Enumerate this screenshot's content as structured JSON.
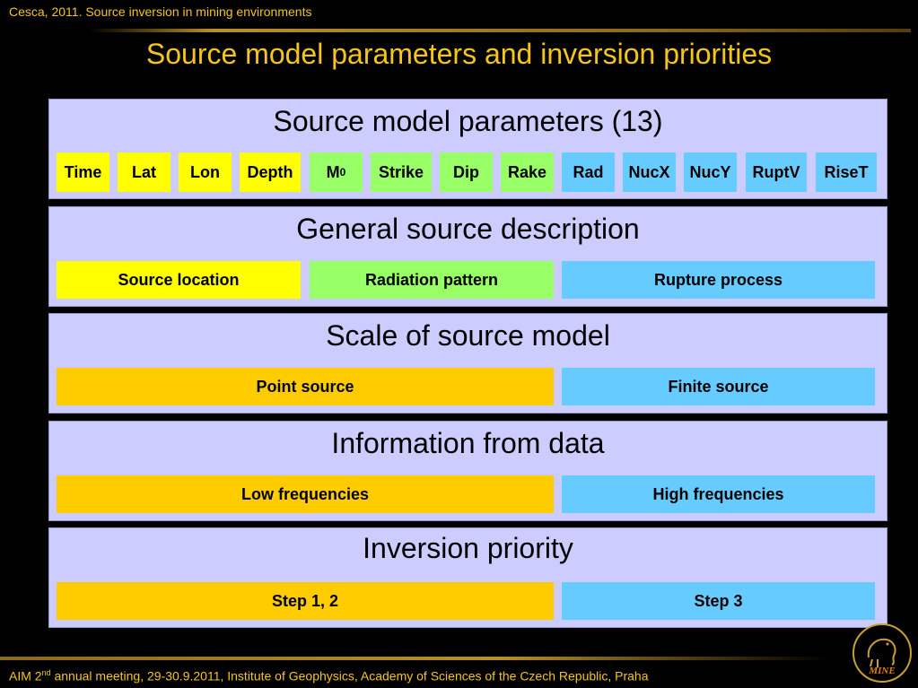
{
  "header_note": "Cesca, 2011. Source inversion in mining environments",
  "slide_title": "Source model parameters and inversion priorities",
  "colors": {
    "location": "#ffff00",
    "radiation": "#99ff66",
    "rupture": "#66ccff",
    "orange": "#ffcc00",
    "panel_bg": "#ccccff"
  },
  "panels": [
    {
      "title": "Source model parameters (13)",
      "params": [
        {
          "label": "Time",
          "color": "location"
        },
        {
          "label": "Lat",
          "color": "location"
        },
        {
          "label": "Lon",
          "color": "location"
        },
        {
          "label": "Depth",
          "color": "location"
        },
        {
          "label": "M",
          "sub": "0",
          "color": "radiation"
        },
        {
          "label": "Strike",
          "color": "radiation"
        },
        {
          "label": "Dip",
          "color": "radiation"
        },
        {
          "label": "Rake",
          "color": "radiation"
        },
        {
          "label": "Rad",
          "color": "rupture"
        },
        {
          "label": "NucX",
          "color": "rupture"
        },
        {
          "label": "NucY",
          "color": "rupture"
        },
        {
          "label": "RuptV",
          "color": "rupture"
        },
        {
          "label": "RiseT",
          "color": "rupture"
        }
      ]
    },
    {
      "title": "General source description",
      "cells": [
        "Source location",
        "Radiation pattern",
        "Rupture process"
      ]
    },
    {
      "title": "Scale of source model",
      "cells": [
        "Point source",
        "Finite source"
      ]
    },
    {
      "title": "Information from data",
      "cells": [
        "Low frequencies",
        "High frequencies"
      ]
    },
    {
      "title": "Inversion priority",
      "cells": [
        "Step 1, 2",
        "Step 3"
      ]
    }
  ],
  "footer": {
    "prefix": "AIM 2",
    "sup": "nd",
    "rest": " annual meeting, 29-30.9.2011, Institute of Geophysics, Academy of Sciences of the Czech Republic, Praha"
  },
  "logo_text": "MINE"
}
